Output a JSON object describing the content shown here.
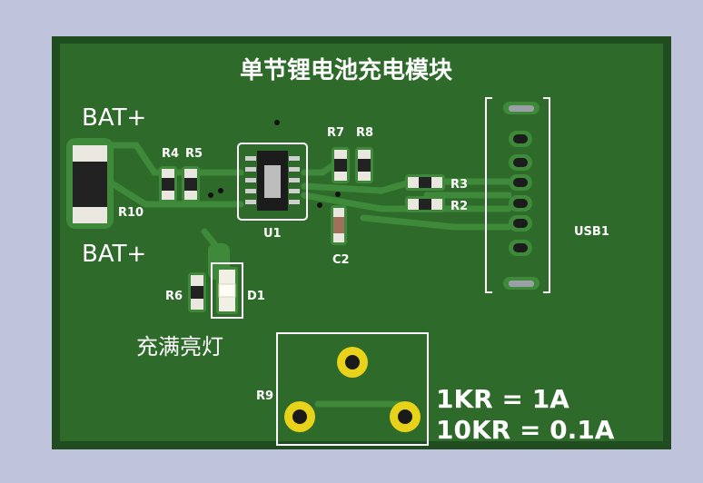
{
  "board": {
    "title": "单节锂电池充电模块",
    "bat_plus_top": "BAT+",
    "bat_plus_bottom": "BAT+",
    "led_caption": "充满亮灯",
    "note_line1": "1KR = 1A",
    "note_line2": "10KR = 0.1A"
  },
  "components": {
    "r4": "R4",
    "r5": "R5",
    "r7": "R7",
    "r8": "R8",
    "r3": "R3",
    "r2": "R2",
    "r10": "R10",
    "u1": "U1",
    "c2": "C2",
    "usb1": "USB1",
    "r6": "R6",
    "d1": "D1",
    "r9": "R9"
  },
  "colors": {
    "background": "#bfc3dc",
    "board_edge": "#1f4d1f",
    "copper": "#2e6b2a",
    "trace": "#3f8a3a",
    "silkscreen": "#ffffff",
    "pad_gold": "#e8d21a"
  }
}
